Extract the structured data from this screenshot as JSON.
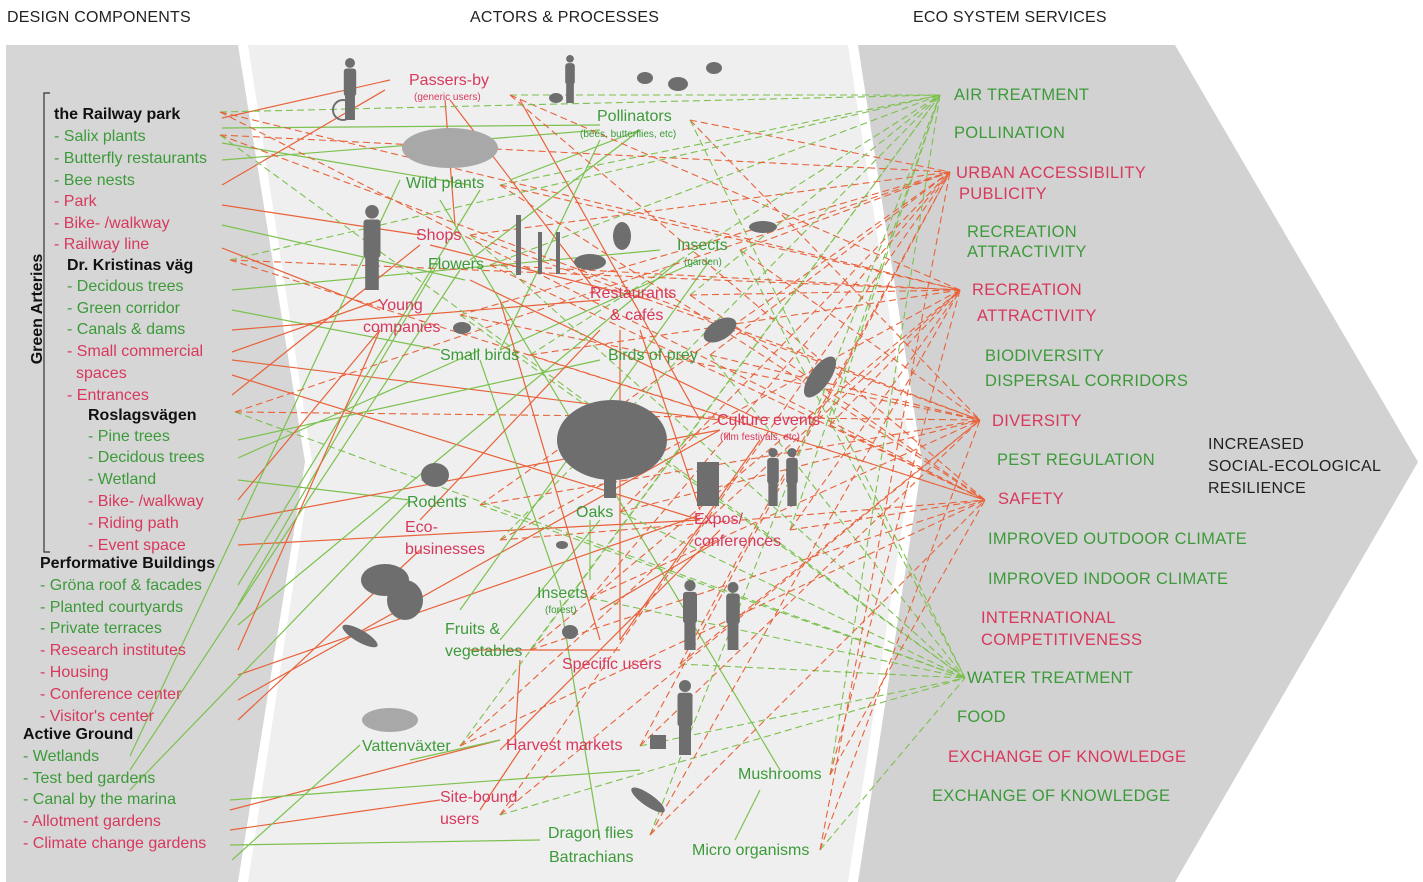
{
  "headers": {
    "design": "DESIGN COMPONENTS",
    "actors": "ACTORS & PROCESSES",
    "eco": "ECO SYSTEM SERVICES"
  },
  "vertical_label": "Green Arteries",
  "components": {
    "railway_park": "the Railway park",
    "salix": "- Salix plants",
    "butterfly": "- Butterfly restaurants",
    "bee": "- Bee nests",
    "park": "- Park",
    "bikewalk1": "- Bike- /walkway",
    "railway_line": "- Railway line",
    "kristinas": "Dr. Kristinas väg",
    "decidous1": "- Decidous trees",
    "green_corridor": "- Green corridor",
    "canals": "- Canals & dams",
    "small_comm_1": "- Small commercial",
    "small_comm_2": "spaces",
    "entrances": "- Entrances",
    "roslags": "Roslagsvägen",
    "pine": "- Pine trees",
    "decidous2": "- Decidous trees",
    "wetland": "- Wetland",
    "bikewalk2": "- Bike- /walkway",
    "riding": "- Riding path",
    "event": "- Event space",
    "performative": "Performative Buildings",
    "grona": "- Gröna roof & facades",
    "planted": "- Planted courtyards",
    "private": "- Private terraces",
    "research": "- Research institutes",
    "housing": "- Housing",
    "conference": "- Conference center",
    "visitor": "- Visitor's center",
    "active": "Active Ground",
    "wetlands": "- Wetlands",
    "testbed": "- Test bed gardens",
    "canal_marina": "- Canal by the marina",
    "allotment": "- Allotment gardens",
    "climate": "- Climate change gardens"
  },
  "actors": {
    "passers": "Passers-by",
    "passers_sub": "(generic users)",
    "pollinators": "Pollinators",
    "pollinators_sub": "(bees, butterflies, etc)",
    "wild_plants": "Wild plants",
    "shops": "Shops",
    "flowers": "Flowers",
    "insects_g": "Insects",
    "insects_g_sub": "(garden)",
    "restaurants_1": "Restaurants",
    "restaurants_2": "& cafés",
    "young_1": "Young",
    "young_2": "companies",
    "small_birds": "Small birds",
    "birds_prey": "Birds of prey",
    "culture": "Culture events",
    "culture_sub": "(film festivals, etc)",
    "rodents": "Rodents",
    "eco_1": "Eco-",
    "eco_2": "businesses",
    "oaks": "Oaks",
    "expos_1": "Expos/",
    "expos_2": "conferences",
    "insects_f": "Insects",
    "insects_f_sub": "(forest)",
    "fruits_1": "Fruits &",
    "fruits_2": "vegetables",
    "specific": "Specific users",
    "vatten": "Vattenväxter",
    "harvest": "Harvest markets",
    "mushrooms": "Mushrooms",
    "sitebound_1": "Site-bound",
    "sitebound_2": "users",
    "dragon": "Dragon flies",
    "batrachians": "Batrachians",
    "micro": "Micro organisms"
  },
  "services": {
    "air": "AIR TREATMENT",
    "pollination": "POLLINATION",
    "urban": "URBAN ACCESSIBILITY",
    "publicity": "PUBLICITY",
    "recreation_g": "RECREATION",
    "attractivity_g": "ATTRACTIVITY",
    "recreation_r": "RECREATION",
    "attractivity_r": "ATTRACTIVITY",
    "biodiversity": "BIODIVERSITY",
    "dispersal": "DISPERSAL CORRIDORS",
    "diversity": "DIVERSITY",
    "pest": "PEST REGULATION",
    "safety": "SAFETY",
    "outdoor": "IMPROVED OUTDOOR CLIMATE",
    "indoor": "IMPROVED INDOOR CLIMATE",
    "intl_1": "INTERNATIONAL",
    "intl_2": "COMPETITIVENESS",
    "water": "WATER TREATMENT",
    "food": "FOOD",
    "exchange_r": "EXCHANGE OF KNOWLEDGE",
    "exchange_g": "EXCHANGE OF KNOWLEDGE"
  },
  "result": {
    "line1": "INCREASED",
    "line2": "SOCIAL-ECOLOGICAL",
    "line3": "RESILIENCE"
  },
  "colors": {
    "green": "#3d9a3a",
    "red": "#d8385c",
    "orange_line": "#e8623a",
    "green_line": "#7cc14e",
    "panel_dark": "#d2d2d2",
    "panel_light": "#efefef",
    "silhouette": "#6e6e6e"
  }
}
